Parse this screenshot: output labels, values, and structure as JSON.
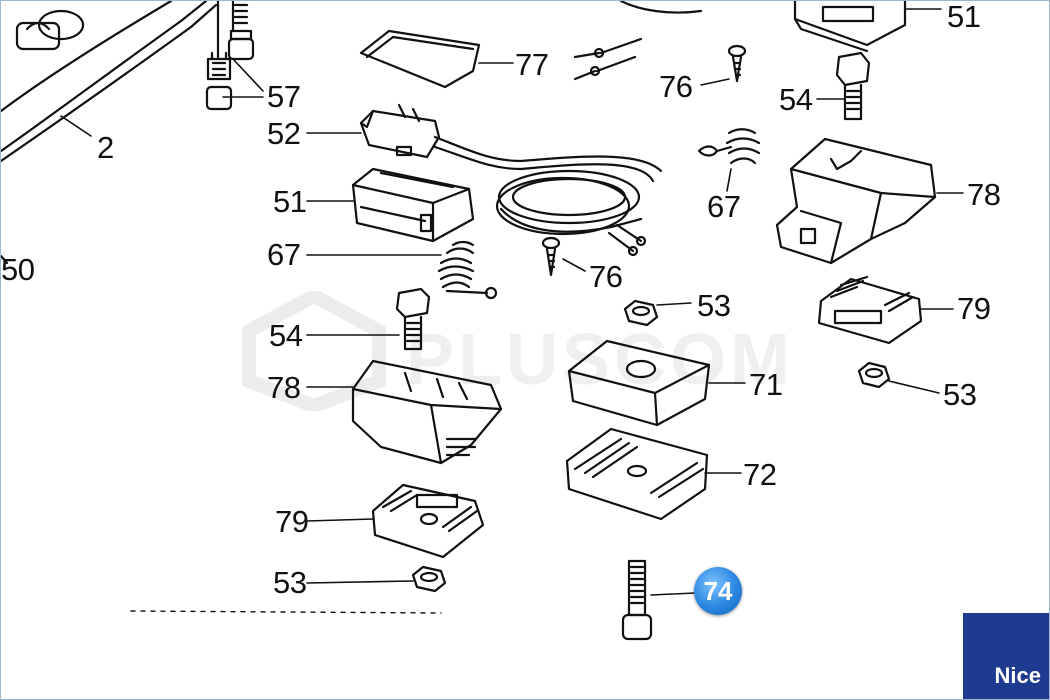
{
  "diagram": {
    "labels": {
      "p2": "2",
      "p50": "50",
      "p51_top": "51",
      "p51": "51",
      "p52": "52",
      "p53_nut_a": "53",
      "p53_nut_b": "53",
      "p53_nut_c": "53",
      "p54_left": "54",
      "p54_right": "54",
      "p57": "57",
      "p67_left": "67",
      "p67_right": "67",
      "p71": "71",
      "p72": "72",
      "p76_top": "76",
      "p76_mid": "76",
      "p77": "77",
      "p78_left": "78",
      "p78_right": "78",
      "p79_left": "79",
      "p79_right": "79"
    },
    "highlight_label": "74",
    "highlight_color": "#2a86e0",
    "watermark": "PLUSCOM",
    "brand": "Nice",
    "brand_color": "#1f3b8f"
  }
}
